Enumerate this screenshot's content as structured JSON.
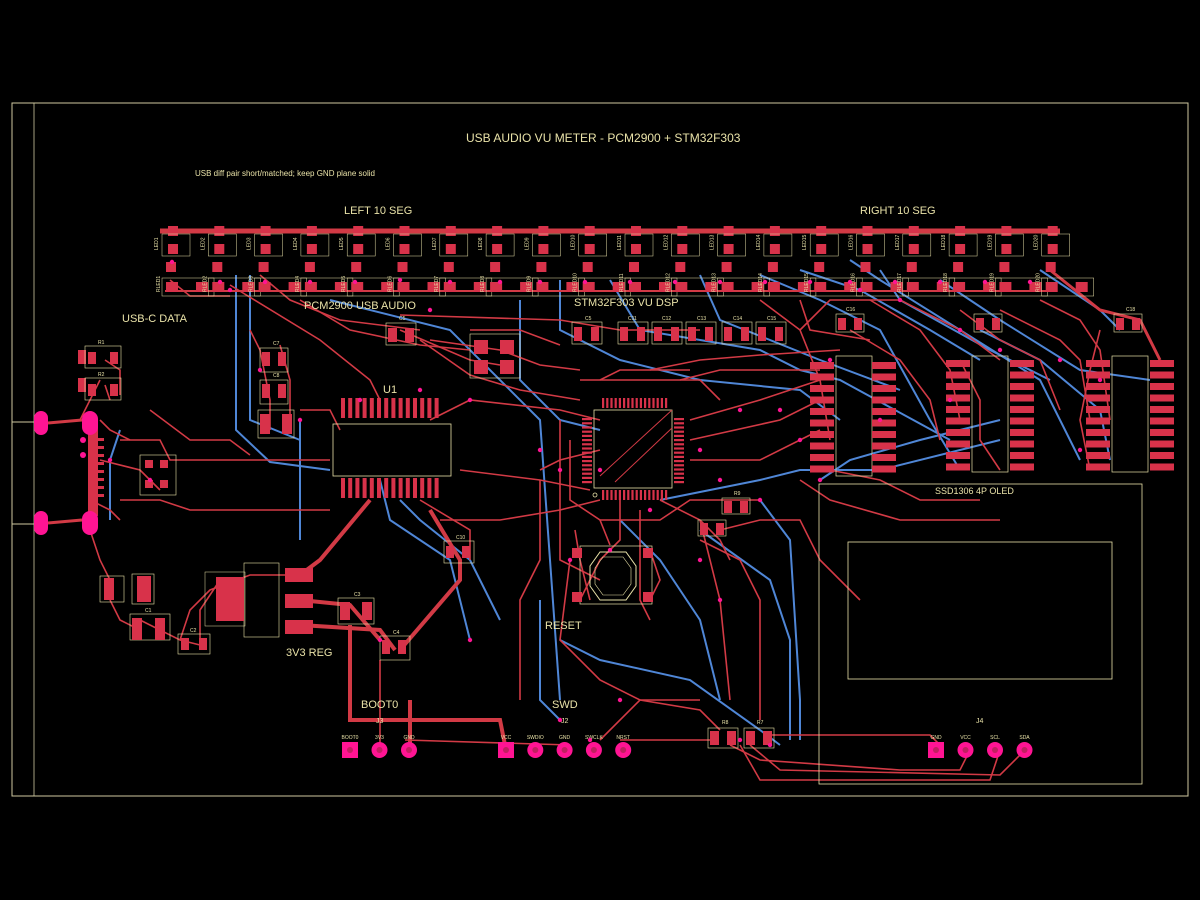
{
  "board": {
    "title": "USB AUDIO VU METER - PCM2900 + STM32F303",
    "note": "USB diff pair short/matched; keep GND plane solid",
    "colors": {
      "background": "#000000",
      "top_copper": "#d23a45",
      "bottom_copper": "#4f86d6",
      "silkscreen": "#e9e2a8",
      "pads": "#d8324a",
      "vias_pth": "#ff1493"
    }
  },
  "sections": {
    "left_leds": "LEFT 10 SEG",
    "right_leds": "RIGHT 10 SEG",
    "usb": "USB-C DATA",
    "codec": "PCM2900 USB AUDIO",
    "mcu": "STM32F303 VU DSP",
    "regulator": "3V3 REG",
    "reset": "RESET",
    "boot": "BOOT0",
    "swd": "SWD",
    "oled": "SSD1306 4P OLED"
  },
  "refdes": {
    "u1": "U1",
    "r1": "R1",
    "r2": "R2",
    "r7": "R7",
    "r8": "R8",
    "r9": "R9",
    "c1": "C1",
    "c2": "C2",
    "c3": "C3",
    "c4": "C4",
    "c5": "C5",
    "c7": "C7",
    "c8": "C8",
    "c10": "C10",
    "c11": "C11",
    "c12": "C12",
    "c13": "C13",
    "c14": "C14",
    "c15": "C15",
    "c16": "C16",
    "c18": "C18",
    "d1": "D1",
    "j2": "J2",
    "j3": "J3",
    "j4": "J4"
  },
  "connectors": {
    "j3": [
      "BOOT0",
      "3V3",
      "GND"
    ],
    "j2": [
      "VCC",
      "SWDIO",
      "GND",
      "SWCLK",
      "NRST"
    ],
    "j4": [
      "GND",
      "VCC",
      "SCL",
      "SDA"
    ]
  },
  "led_labels": [
    "LED1",
    "LED2",
    "LED3",
    "LED4",
    "LED5",
    "LED6",
    "LED7",
    "LED8",
    "LED9",
    "LED10",
    "LED11",
    "LED12",
    "LED13",
    "LED14",
    "LED15",
    "LED16",
    "LED17",
    "LED18",
    "LED19",
    "LED20"
  ],
  "res_labels": [
    "RLED1",
    "RLED2",
    "RLED3",
    "RLED4",
    "RLED5",
    "RLED6",
    "RLED7",
    "RLED8",
    "RLED9",
    "RLED10",
    "RLED11",
    "RLED12",
    "RLED13",
    "RLED14",
    "RLED15",
    "RLED16",
    "RLED17",
    "RLED18",
    "RLED19",
    "RLED20"
  ]
}
